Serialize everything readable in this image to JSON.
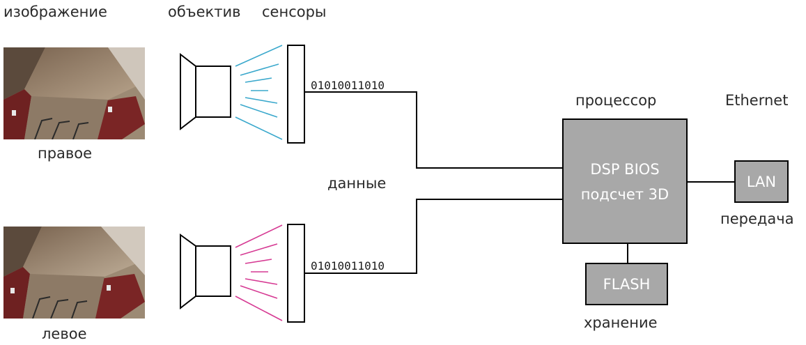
{
  "labels": {
    "image": "изображение",
    "lens": "объектив",
    "sensors": "сенсоры",
    "right": "правое",
    "left": "левое",
    "data": "данные",
    "processor": "процессор",
    "ethernet": "Ethernet",
    "transfer": "передача",
    "storage": "хранение"
  },
  "streams": {
    "top_bits": "01010011010",
    "bottom_bits": "01010011010"
  },
  "processor_box": {
    "line1": "DSP BIOS",
    "line2": "подсчет 3D"
  },
  "lan_box": {
    "label": "LAN"
  },
  "flash_box": {
    "label": "FLASH"
  },
  "colors": {
    "right_rays": "#3aa8cc",
    "left_rays": "#d63a93",
    "box_fill": "#a8a8a8",
    "box_text": "#ffffff",
    "line": "#000000"
  }
}
